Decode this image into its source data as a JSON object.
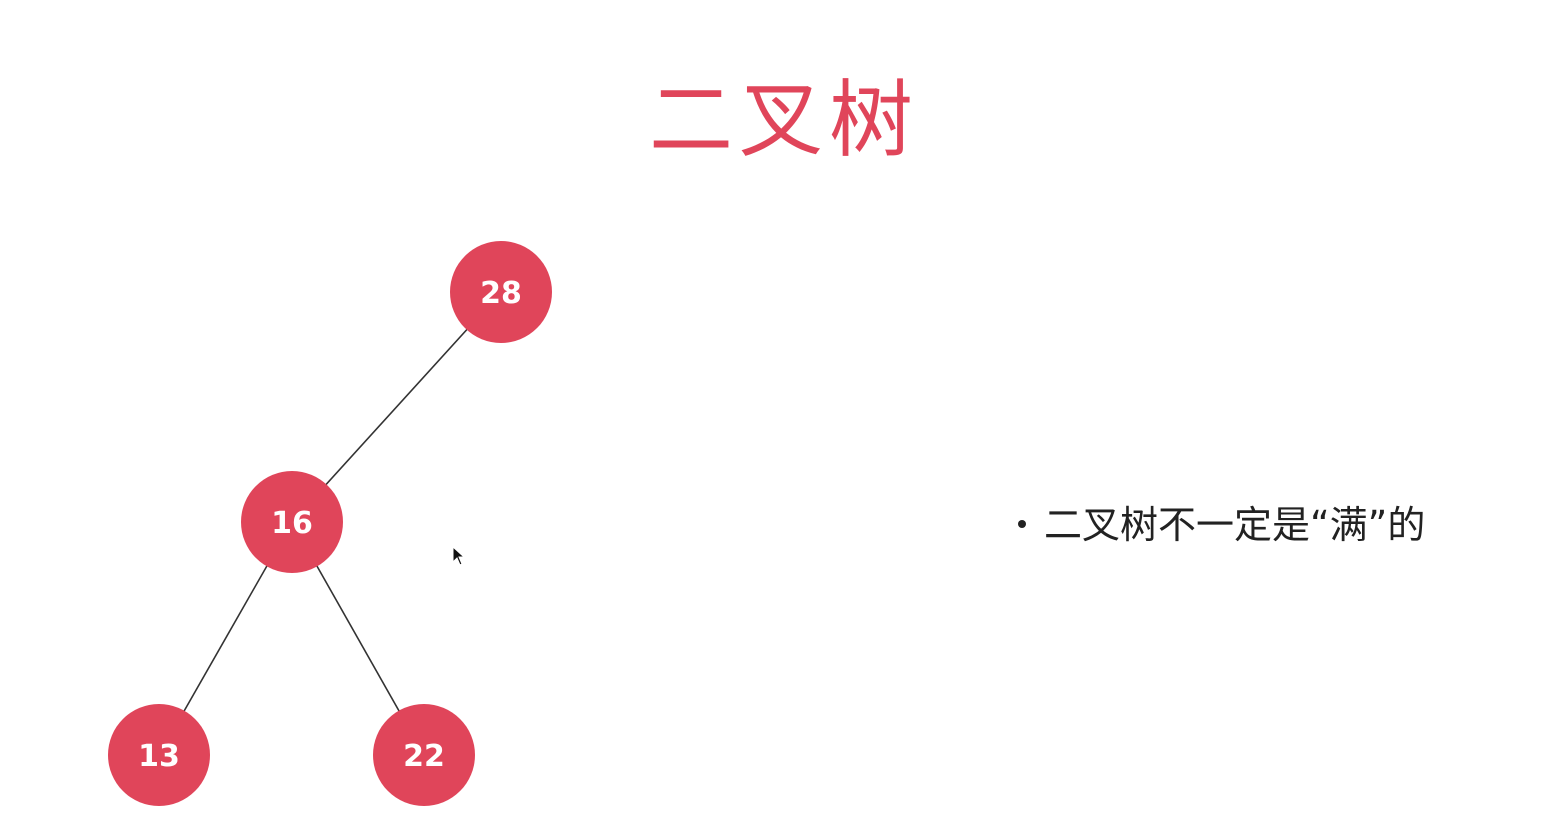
{
  "title": "二叉树",
  "node_color": "#e0455a",
  "edge_color": "#333333",
  "title_color": "#e0455a",
  "tree": {
    "nodes": [
      {
        "id": "n28",
        "label": "28"
      },
      {
        "id": "n16",
        "label": "16"
      },
      {
        "id": "n13",
        "label": "13"
      },
      {
        "id": "n22",
        "label": "22"
      }
    ],
    "edges": [
      {
        "from": "n28",
        "to": "n16"
      },
      {
        "from": "n16",
        "to": "n13"
      },
      {
        "from": "n16",
        "to": "n22"
      }
    ]
  },
  "bullets": [
    "二叉树不一定是“满”的"
  ],
  "icons": {
    "cursor": "mouse-pointer-icon",
    "bullet": "bullet-dot-icon"
  }
}
